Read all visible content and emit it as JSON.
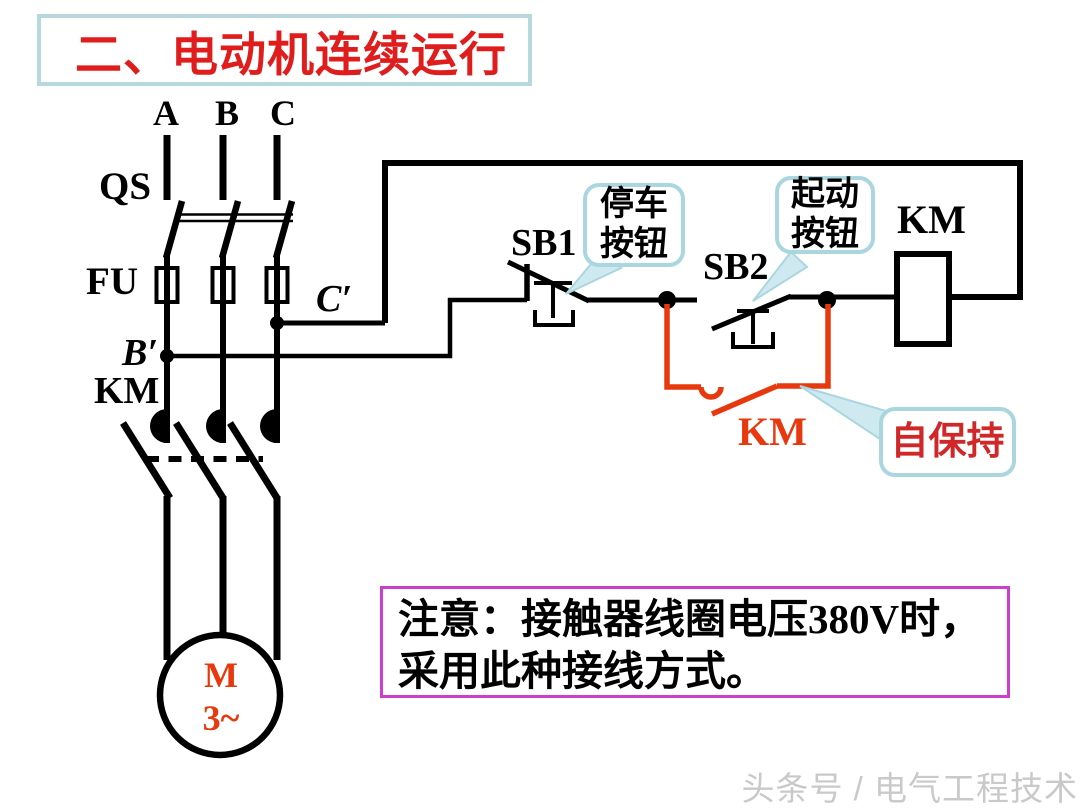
{
  "title": {
    "text": "二、电动机连续运行"
  },
  "colors": {
    "title_red": "#e01d1d",
    "title_border_cyan": "#b7d8dc",
    "diagram_red": "#e8380d",
    "selfhold_text_red": "#d02828",
    "callout_border_cyan": "#aad6e0",
    "callout_tail_fill": "#cfe9f0",
    "note_border_magenta": "#cc3fcc",
    "watermark_gray": "#c9c9c9",
    "line_black": "#000000"
  },
  "diagram": {
    "labels": {
      "phase_a": "A",
      "phase_b": "B",
      "phase_c": "C",
      "qs": "QS",
      "fu": "FU",
      "c_prime": "C′",
      "b_prime": "B′",
      "km_main": "KM",
      "sb1": "SB1",
      "sb2": "SB2",
      "km_coil": "KM",
      "km_selfhold": "KM",
      "motor_m": "M",
      "motor_phase": "3~"
    },
    "callouts": {
      "stop": {
        "line1": "停车",
        "line2": "按钮"
      },
      "start": {
        "line1": "起动",
        "line2": "按钮"
      },
      "selfhold": {
        "text": "自保持"
      }
    }
  },
  "note": {
    "line1": "注意：接触器线圈电压380V时，",
    "line2": "采用此种接线方式。"
  },
  "watermark": {
    "text": "头条号 / 电气工程技术"
  }
}
